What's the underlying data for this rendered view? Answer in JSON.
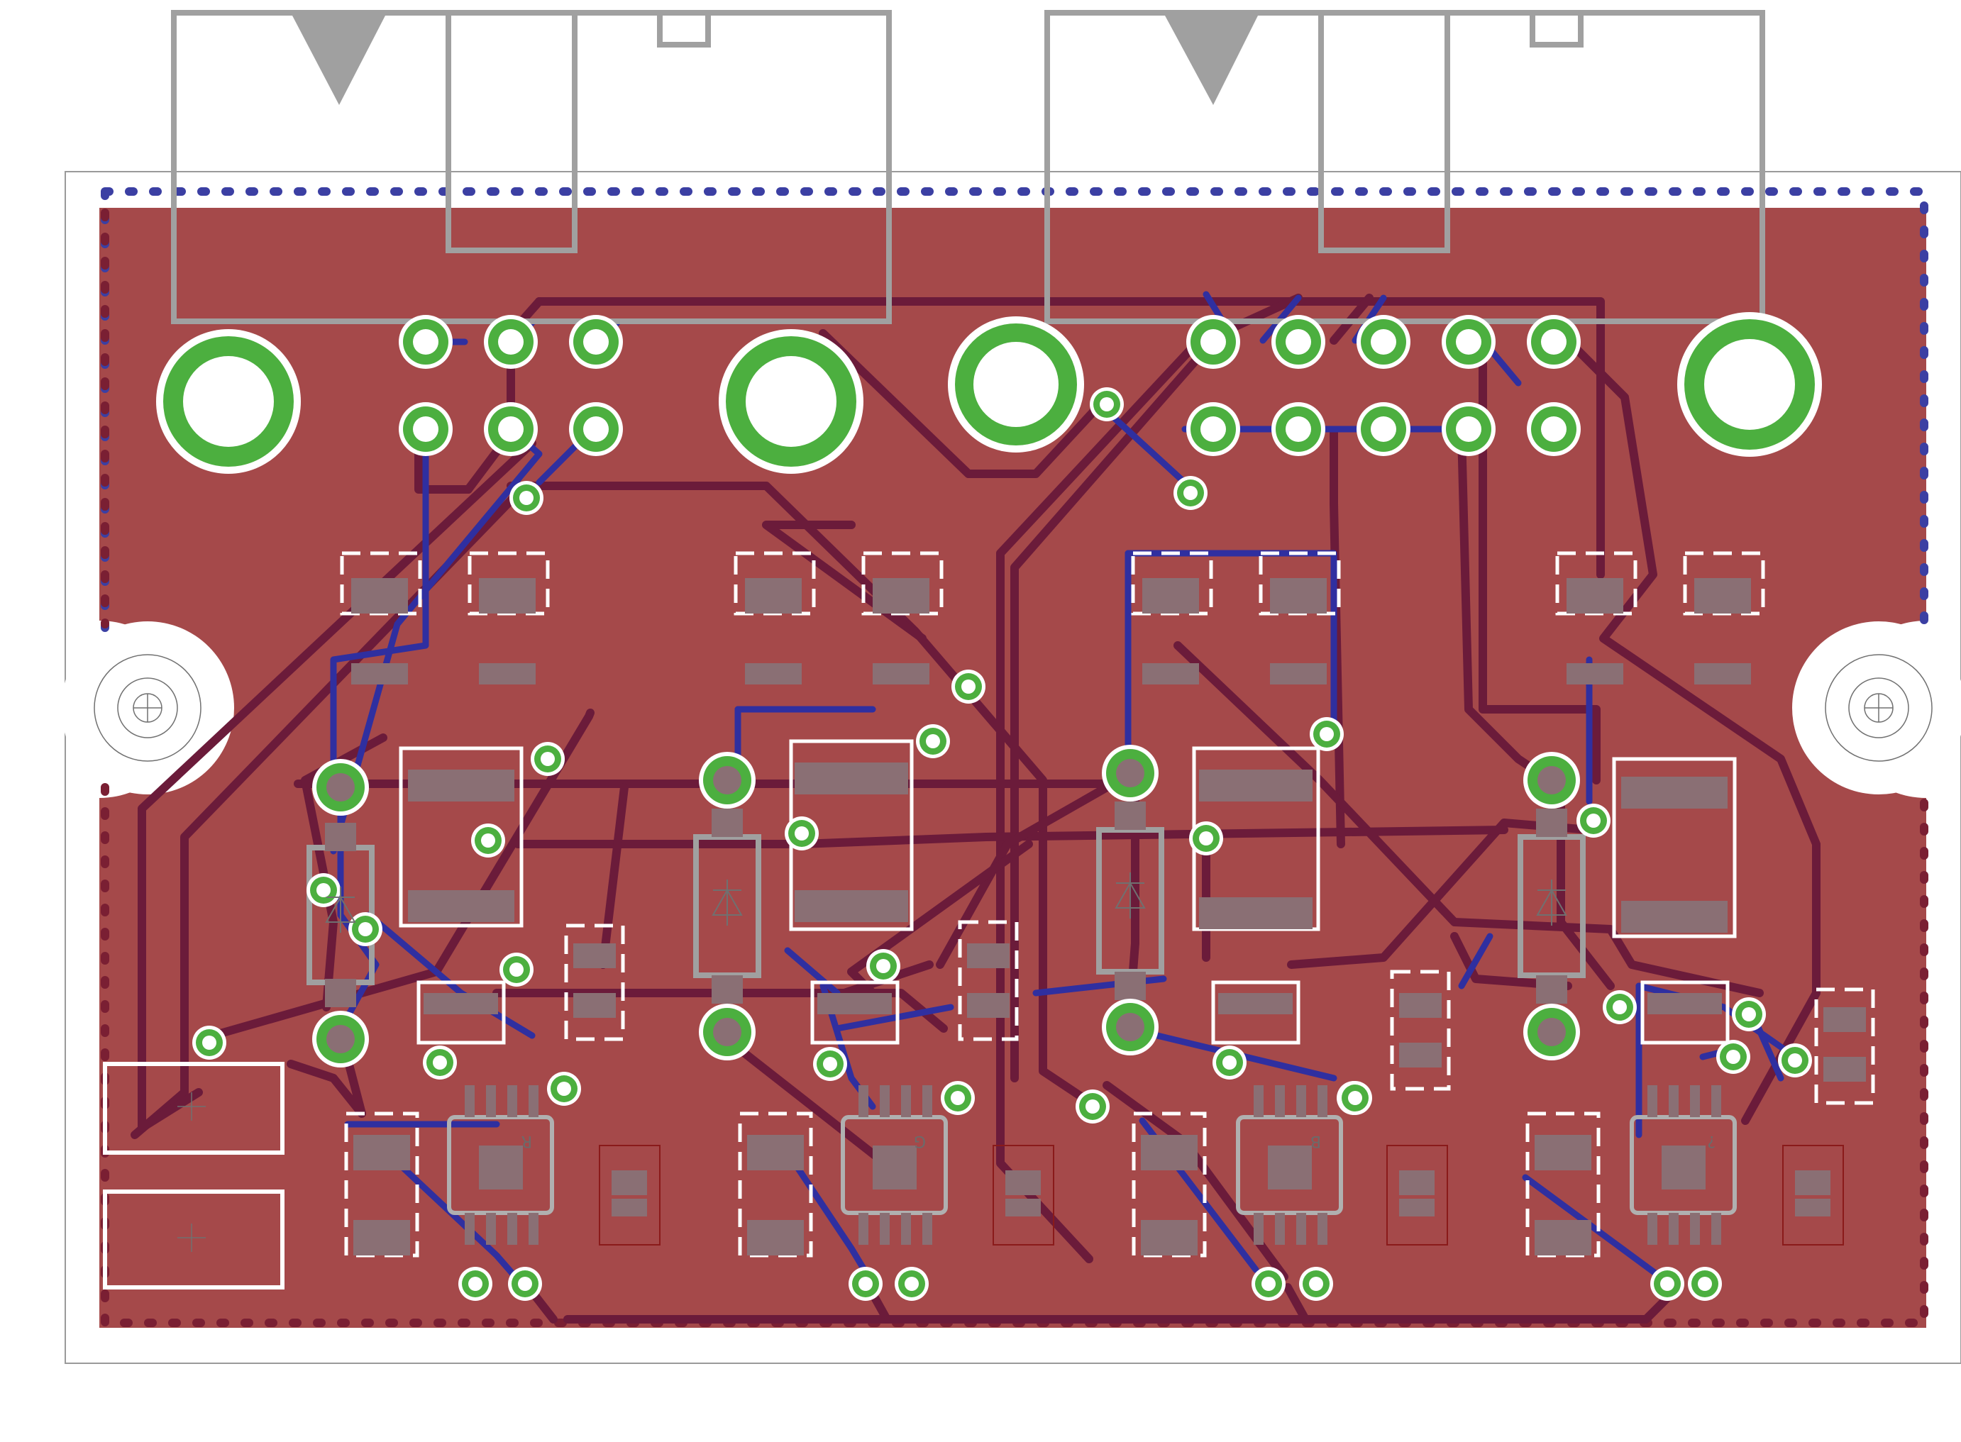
{
  "board": {
    "pour_color": "#a5494a",
    "top_trace_color": "#6b1b3a",
    "bottom_trace_color": "#2f2fa0",
    "via_color": "#4caf3f",
    "silkscreen_color": "#a0a0a0"
  },
  "chip_labels": [
    "R",
    "G",
    "B",
    "?"
  ]
}
